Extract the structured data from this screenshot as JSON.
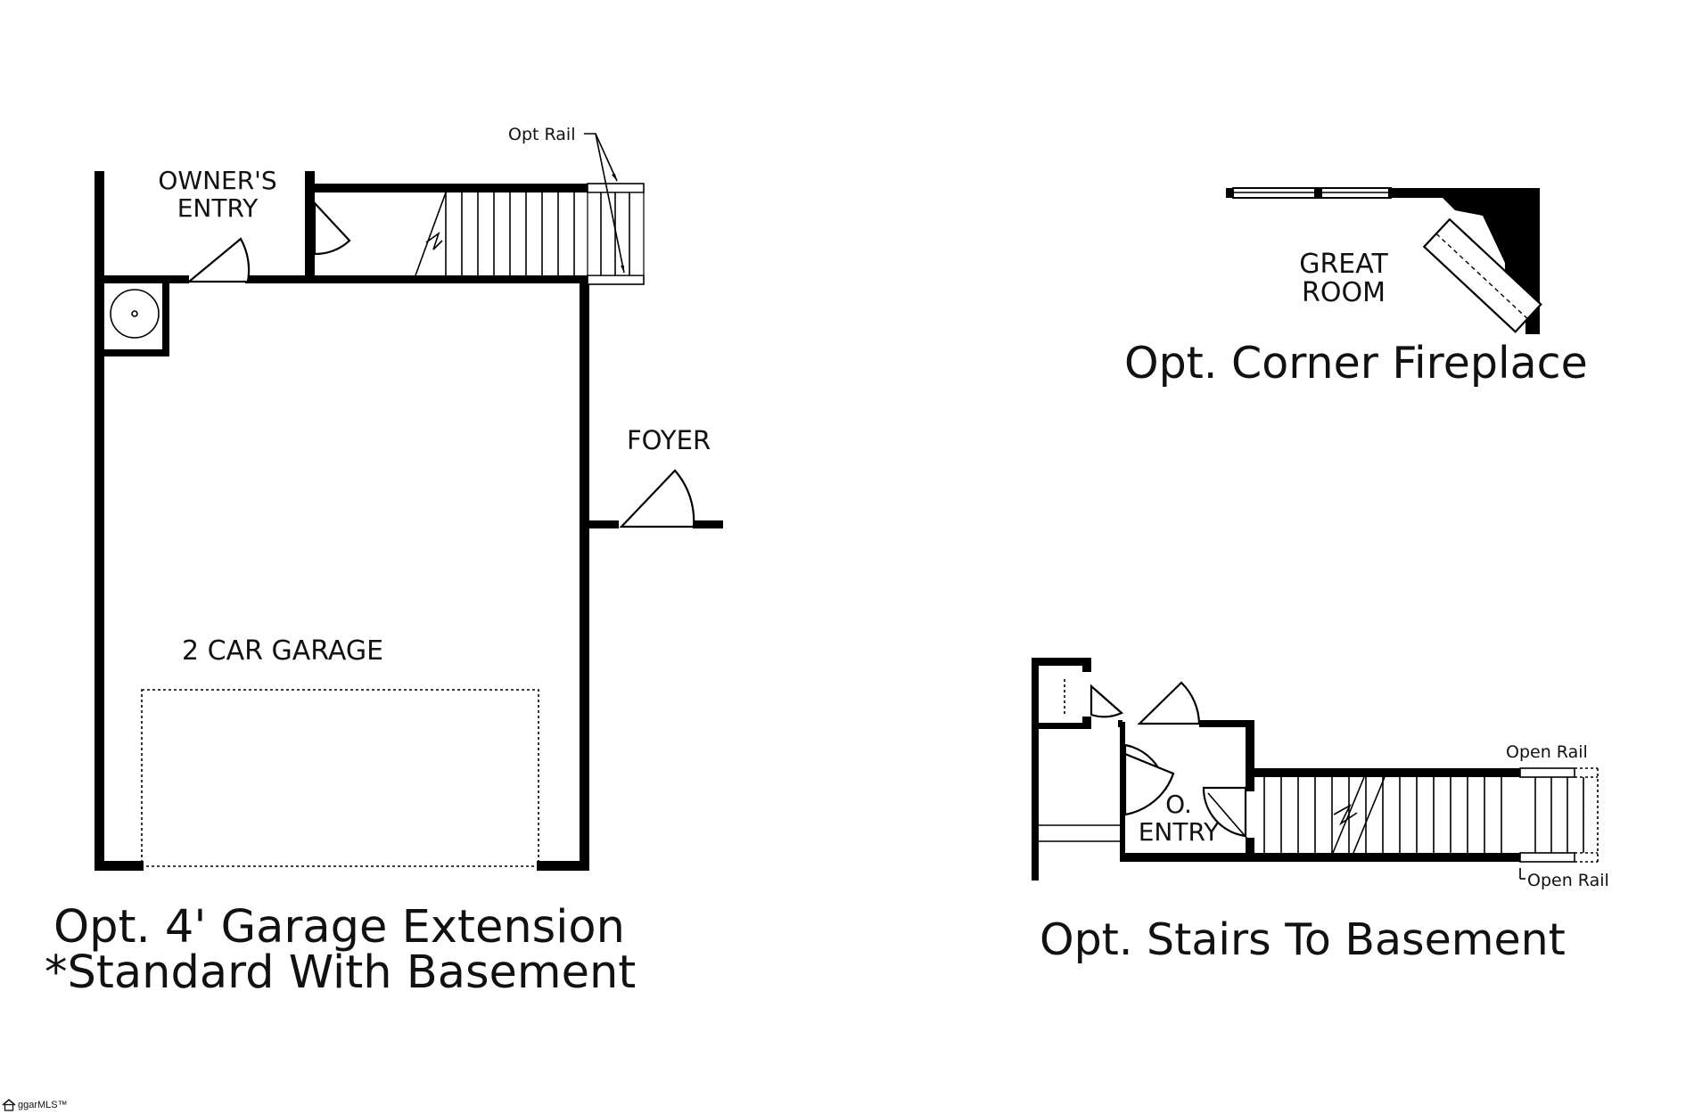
{
  "garage_plan": {
    "owners_entry": [
      "OWNER'S",
      "ENTRY"
    ],
    "opt_rail": "Opt Rail",
    "foyer": "FOYER",
    "garage": "2 CAR GARAGE",
    "caption_line1": "Opt. 4' Garage Extension",
    "caption_line2": "*Standard With Basement"
  },
  "fireplace_plan": {
    "room": [
      "GREAT",
      "ROOM"
    ],
    "caption": "Opt. Corner Fireplace"
  },
  "stairs_plan": {
    "open_rail_top": "Open Rail",
    "open_rail_bottom": "Open Rail",
    "entry": [
      "O.",
      "ENTRY"
    ],
    "caption": "Opt. Stairs To Basement"
  },
  "watermark": {
    "text": "ggarMLS™",
    "icon": "house-logo-icon"
  }
}
